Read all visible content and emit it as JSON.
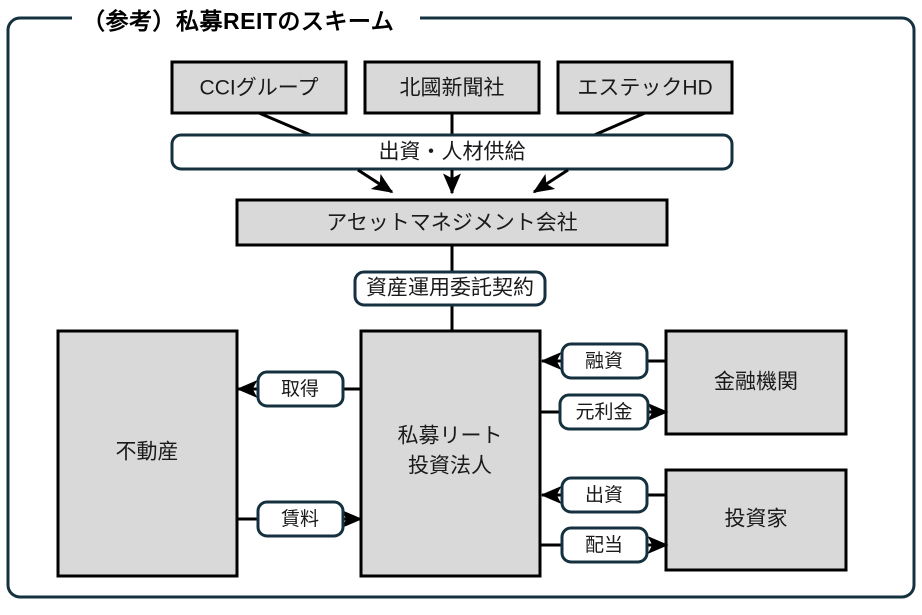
{
  "title": "（参考）私募REITのスキーム",
  "colors": {
    "frame": "#15313f",
    "box_fill": "#d9d9d9",
    "box_stroke": "#000000",
    "label_stroke": "#15313f",
    "text": "#1a1a1a"
  },
  "sponsors": [
    {
      "id": "cci",
      "label": "CCIグループ"
    },
    {
      "id": "hokkoku",
      "label": "北國新聞社"
    },
    {
      "id": "estec",
      "label": "エステックHD"
    }
  ],
  "bands": {
    "contribution": "出資・人材供給",
    "asset_mgmt_contract": "資産運用委託契約"
  },
  "entities": {
    "asset_management": "アセットマネジメント会社",
    "real_estate": "不動産",
    "reit": "私募リート\n投資法人",
    "reit_line1": "私募リート",
    "reit_line2": "投資法人",
    "financial_institution": "金融機関",
    "investor": "投資家"
  },
  "flows": [
    {
      "id": "acquire",
      "label": "取得",
      "from": "私募リート投資法人",
      "to": "不動産",
      "direction": "left"
    },
    {
      "id": "rent",
      "label": "賃料",
      "from": "不動産",
      "to": "私募リート投資法人",
      "direction": "right"
    },
    {
      "id": "loan",
      "label": "融資",
      "from": "金融機関",
      "to": "私募リート投資法人",
      "direction": "left"
    },
    {
      "id": "principal",
      "label": "元利金",
      "from": "私募リート投資法人",
      "to": "金融機関",
      "direction": "right"
    },
    {
      "id": "equity",
      "label": "出資",
      "from": "投資家",
      "to": "私募リート投資法人",
      "direction": "left"
    },
    {
      "id": "dividend",
      "label": "配当",
      "from": "私募リート投資法人",
      "to": "投資家",
      "direction": "right"
    }
  ]
}
